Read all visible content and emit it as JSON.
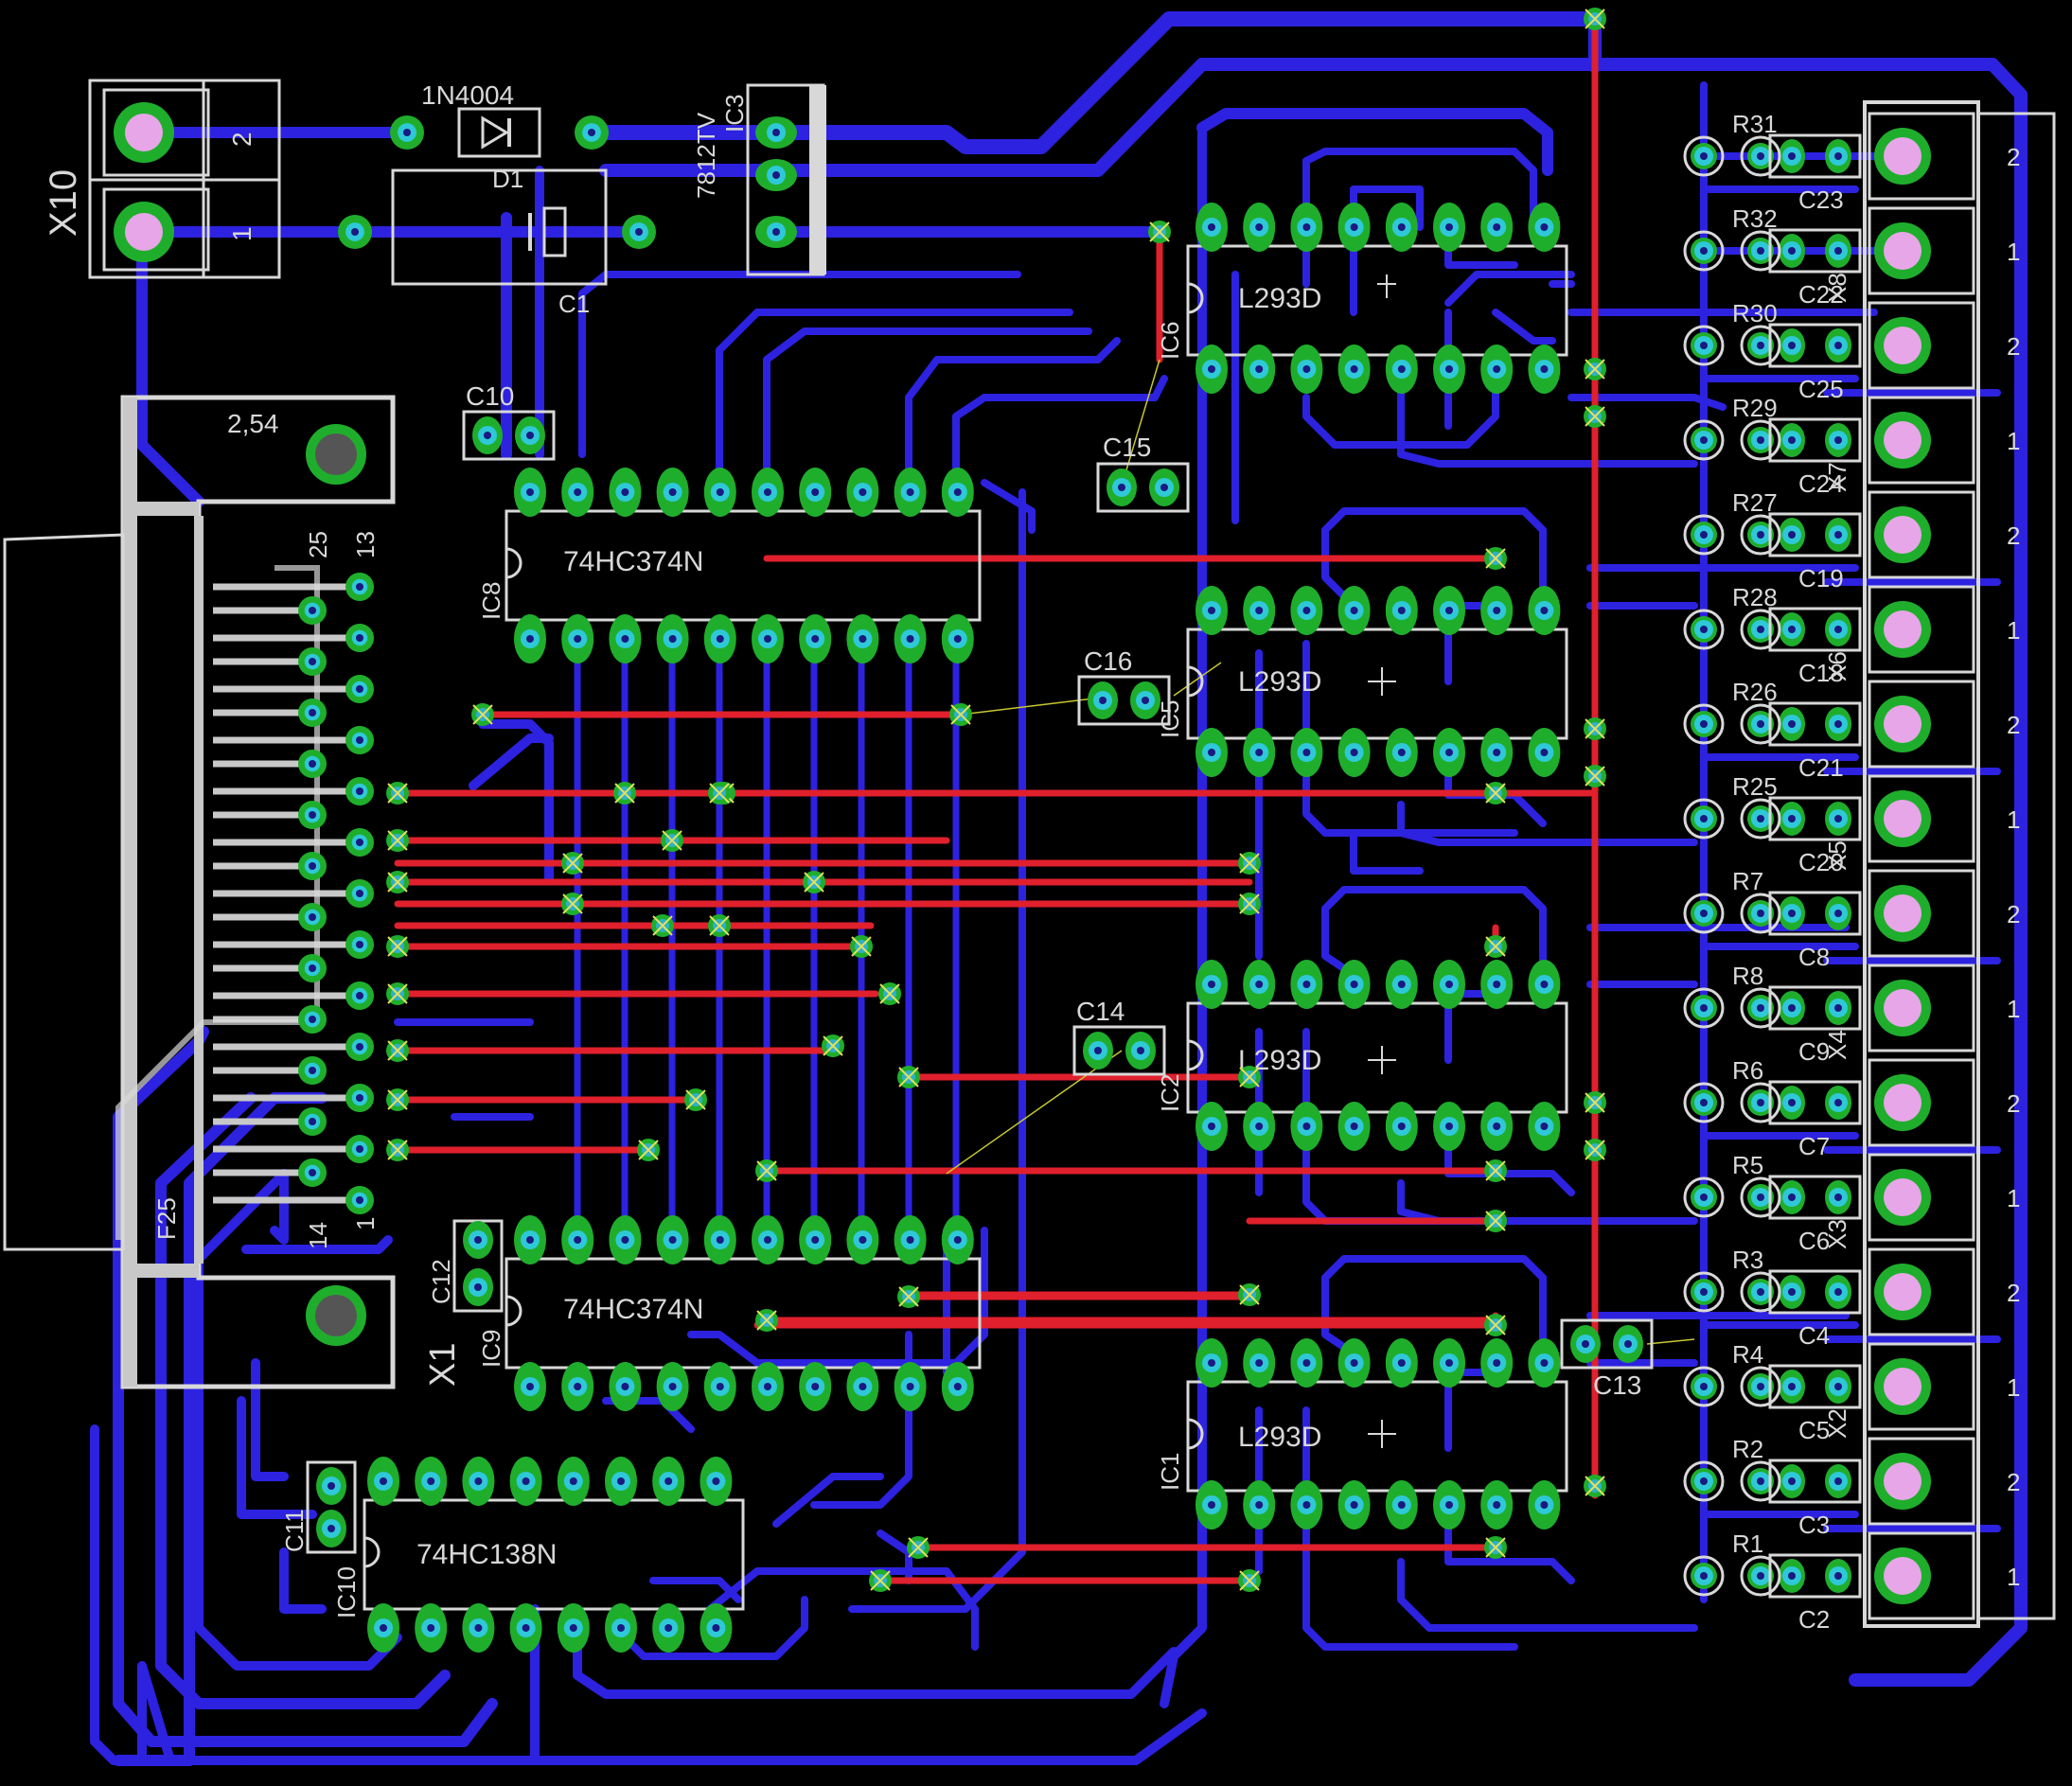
{
  "colors": {
    "background": "#000000",
    "bottom_trace": "#2d22e0",
    "top_trace": "#e0202c",
    "silkscreen": "#d8d8d8",
    "pad_outer": "#1fae2c",
    "pad_inner": "#2fc8d8",
    "via": "#2fb0c8",
    "terminal_pad": "#e7a6e8",
    "connector_fill": "#c8c8c8",
    "airwire": "#c8c832"
  },
  "power": {
    "x10": "X10",
    "x10_pin2": "2",
    "x10_pin1": "1",
    "diode_value": "1N4004",
    "diode_name": "D1",
    "cap_name": "C1",
    "regulator_value": "7812TV",
    "regulator_name": "IC3"
  },
  "db25": {
    "name": "X1",
    "package": "F25",
    "pin25": "25",
    "pin13": "13",
    "pin14": "14",
    "pin1": "1",
    "hole_label": "2,54"
  },
  "ics": {
    "ic8_name": "IC8",
    "ic8_value": "74HC374N",
    "ic9_name": "IC9",
    "ic9_value": "74HC374N",
    "ic10_name": "IC10",
    "ic10_value": "74HC138N",
    "ic6_name": "IC6",
    "ic6_value": "L293D",
    "ic5_name": "IC5",
    "ic5_value": "L293D",
    "ic2_name": "IC2",
    "ic2_value": "L293D",
    "ic1_name": "IC1",
    "ic1_value": "L293D"
  },
  "caps": {
    "c10": "C10",
    "c11": "C11",
    "c12": "C12",
    "c13": "C13",
    "c14": "C14",
    "c15": "C15",
    "c16": "C16"
  },
  "terminals": {
    "pin_labels": [
      "2",
      "1",
      "2",
      "1",
      "2",
      "1",
      "2",
      "1",
      "2",
      "1",
      "2",
      "1",
      "2",
      "1",
      "2",
      "1"
    ],
    "group_labels": [
      "X8",
      "X7",
      "X6",
      "X5",
      "X4",
      "X3",
      "X2"
    ]
  },
  "resistors": [
    "R31",
    "R32",
    "R30",
    "R29",
    "R27",
    "R28",
    "R26",
    "R25",
    "R7",
    "R8",
    "R6",
    "R5",
    "R3",
    "R4",
    "R2",
    "R1"
  ],
  "cap_labels": [
    "C23",
    "C22",
    "C25",
    "C24",
    "C19",
    "C18",
    "C21",
    "C20",
    "C8",
    "C9",
    "C7",
    "C6",
    "C4",
    "C5",
    "C3",
    "C2"
  ]
}
